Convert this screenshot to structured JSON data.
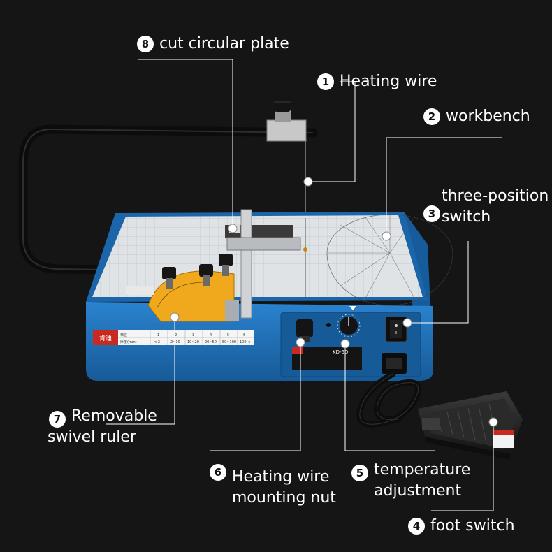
{
  "callouts": [
    {
      "num": "8",
      "text": "cut circular plate"
    },
    {
      "num": "1",
      "text": "Heating wire"
    },
    {
      "num": "2",
      "text": "workbench"
    },
    {
      "num": "3",
      "text_line1": "three-position",
      "text_line2": "switch"
    },
    {
      "num": "7",
      "text_line1": "Removable",
      "text_line2": "swivel ruler"
    },
    {
      "num": "6",
      "text_line1": "Heating wire",
      "text_line2": "mounting nut"
    },
    {
      "num": "5",
      "text_line1": "temperature",
      "text_line2": "adjustment"
    },
    {
      "num": "4",
      "text": "foot switch"
    }
  ],
  "machine": {
    "brand_label": "肯迪",
    "model_label": "KD-6D",
    "thickness_table": {
      "header": [
        "档位",
        "1",
        "2",
        "3",
        "4",
        "5",
        "6"
      ],
      "row": [
        "厚度(mm)",
        "< 2",
        "2~10",
        "10~20",
        "20~50",
        "50~100",
        "100 <"
      ]
    }
  },
  "colors": {
    "background": "#151515",
    "machine_blue": "#1e6fb8",
    "ruler_yellow": "#f0a81c",
    "workbench_gray": "#dfe3e6",
    "callout_line": "#ffffff"
  }
}
